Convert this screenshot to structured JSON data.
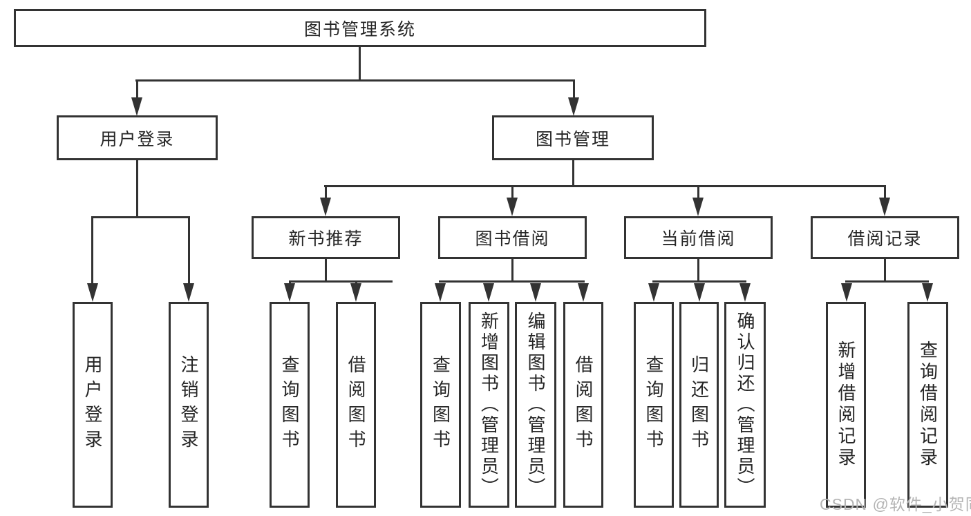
{
  "diagram": {
    "root": {
      "label": "图书管理系统"
    },
    "branches": [
      {
        "label": "用户登录",
        "children": [
          {
            "label": "用户登录"
          },
          {
            "label": "注销登录"
          }
        ]
      },
      {
        "label": "图书管理",
        "children": [
          {
            "label": "新书推荐",
            "children": [
              {
                "label": "查询图书"
              },
              {
                "label": "借阅图书"
              }
            ]
          },
          {
            "label": "图书借阅",
            "children": [
              {
                "label": "查询图书"
              },
              {
                "label": "新增图书（管理员）"
              },
              {
                "label": "编辑图书（管理员）"
              },
              {
                "label": "借阅图书"
              }
            ]
          },
          {
            "label": "当前借阅",
            "children": [
              {
                "label": "查询图书"
              },
              {
                "label": "归还图书"
              },
              {
                "label": "确认归还（管理员）"
              }
            ]
          },
          {
            "label": "借阅记录",
            "children": [
              {
                "label": "新增借阅记录"
              },
              {
                "label": "查询借阅记录"
              }
            ]
          }
        ]
      }
    ]
  },
  "watermark": "CSDN @软件_小贺同学",
  "colors": {
    "line": "#333333",
    "text": "#262626",
    "watermark": "#b4b4b4",
    "background": "#ffffff"
  }
}
